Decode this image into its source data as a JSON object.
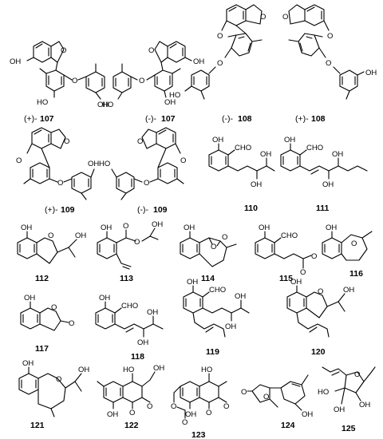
{
  "compounds": [
    {
      "id": "c107p",
      "prefix": "(+)-",
      "number": "107"
    },
    {
      "id": "c107m",
      "prefix": "(-)-",
      "number": "107"
    },
    {
      "id": "c108m",
      "prefix": "(-)-",
      "number": "108"
    },
    {
      "id": "c108p",
      "prefix": "(+)-",
      "number": "108"
    },
    {
      "id": "c109p",
      "prefix": "(+)-",
      "number": "109"
    },
    {
      "id": "c109m",
      "prefix": "(-)-",
      "number": "109"
    },
    {
      "id": "c110",
      "prefix": "",
      "number": "110"
    },
    {
      "id": "c111",
      "prefix": "",
      "number": "111"
    },
    {
      "id": "c112",
      "prefix": "",
      "number": "112"
    },
    {
      "id": "c113",
      "prefix": "",
      "number": "113"
    },
    {
      "id": "c114",
      "prefix": "",
      "number": "114"
    },
    {
      "id": "c115",
      "prefix": "",
      "number": "115"
    },
    {
      "id": "c116",
      "prefix": "",
      "number": "116"
    },
    {
      "id": "c117",
      "prefix": "",
      "number": "117"
    },
    {
      "id": "c118",
      "prefix": "",
      "number": "118"
    },
    {
      "id": "c119",
      "prefix": "",
      "number": "119"
    },
    {
      "id": "c120",
      "prefix": "",
      "number": "120"
    },
    {
      "id": "c121",
      "prefix": "",
      "number": "121"
    },
    {
      "id": "c122",
      "prefix": "",
      "number": "122"
    },
    {
      "id": "c123",
      "prefix": "",
      "number": "123"
    },
    {
      "id": "c124",
      "prefix": "",
      "number": "124"
    },
    {
      "id": "c125",
      "prefix": "",
      "number": "125"
    }
  ],
  "atoms": {
    "oh": "OH",
    "ho": "HO",
    "o": "O",
    "cho": "CHO"
  }
}
